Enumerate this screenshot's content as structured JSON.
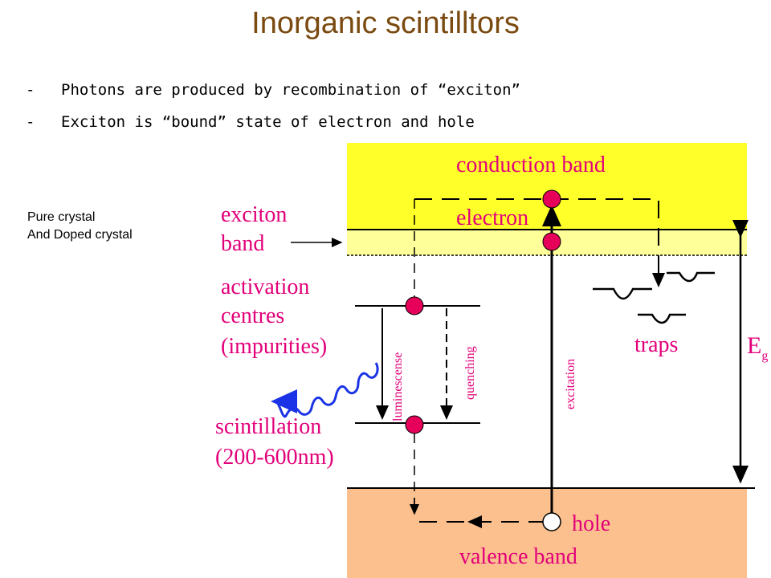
{
  "title": "Inorganic scintilltors",
  "bullets": [
    {
      "mark": "-",
      "text": "Photons are produced by recombination of “exciton”"
    },
    {
      "mark": "-",
      "text": "Exciton is “bound” state of electron and hole"
    }
  ],
  "side_label": {
    "line1": "Pure crystal",
    "line2": "And Doped crystal"
  },
  "diagram": {
    "conduction_band": "conduction band",
    "electron": "electron",
    "exciton_band_line1": "exciton",
    "exciton_band_line2": "band",
    "activation_line1": "activation",
    "activation_line2": "centres",
    "activation_line3": "(impurities)",
    "luminescense": "luminescense",
    "quenching": "quenching",
    "excitation": "excitation",
    "traps": "traps",
    "eg_main": "E",
    "eg_sub": "g",
    "scintillation_line1": "scintillation",
    "scintillation_line2": "(200-600nm)",
    "hole": "hole",
    "valence_band": "valence band",
    "colors": {
      "conduction": "#ffff2a",
      "exciton": "#ffff99",
      "valence": "#fbc08e",
      "label": "#e2007a",
      "particle": "#e6005a",
      "photon": "#1a33e6",
      "title": "#7a4a10"
    }
  }
}
